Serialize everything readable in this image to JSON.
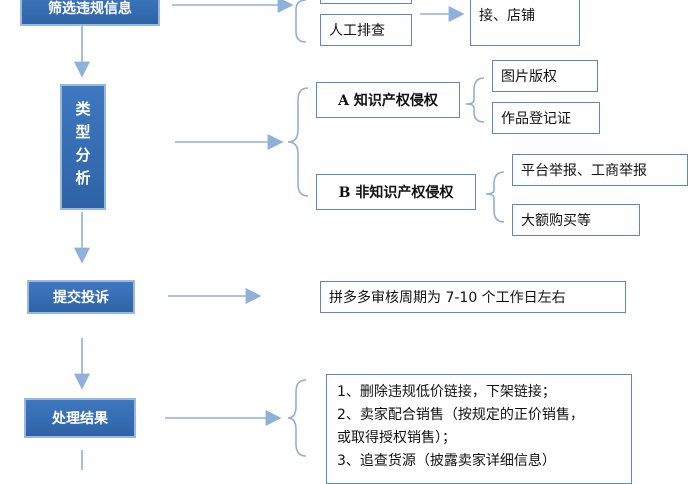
{
  "flow": {
    "steps": {
      "screen": "筛选违规信息",
      "analysis": "类型分析",
      "complaint": "提交投诉",
      "result": "处理结果"
    },
    "screening": {
      "manual": "人工排查",
      "partial": "接、店铺"
    },
    "types": {
      "a_ip": "A 知识产权侵权",
      "a_items": [
        "图片版权",
        "作品登记证"
      ],
      "b_non_ip": "B 非知识产权侵权",
      "b_items": [
        "平台举报、工商举报",
        "大额购买等"
      ]
    },
    "review_note": "拼多多审核周期为 7-10 个工作日左右",
    "outcomes": [
      "1、删除违规低价链接，下架链接；",
      "2、卖家配合销售（按规定的正价销售，",
      "或取得授权销售）；",
      "3、追查货源（披露卖家详细信息）"
    ]
  },
  "colors": {
    "step_fill": "#3e78c0",
    "step_border": "#9bb9dd",
    "box_border": "#5a8ac6",
    "connector": "#8fb0d8"
  }
}
